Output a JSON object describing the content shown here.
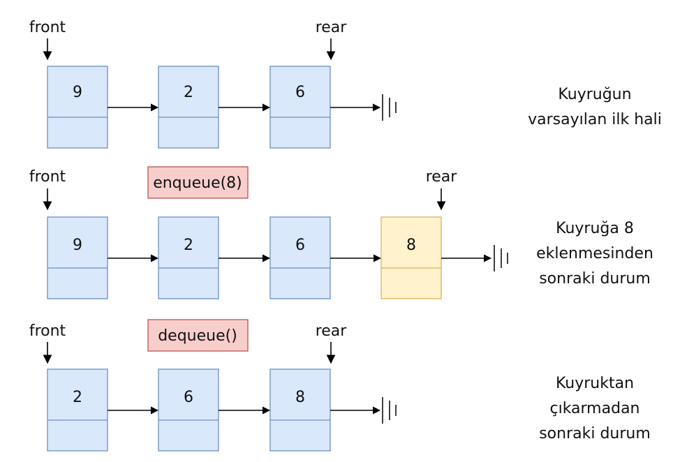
{
  "colors": {
    "node_fill": "#dae8fc",
    "node_stroke": "#6c8ebf",
    "new_node_fill": "#fff2cc",
    "new_node_stroke": "#d6b656",
    "op_fill": "#f8cecc",
    "op_stroke": "#b85450",
    "line": "#000000"
  },
  "rows": [
    {
      "front_label": "front",
      "rear_label": "rear",
      "nodes": [
        "9",
        "2",
        "6"
      ],
      "highlight_last": false,
      "operation": "",
      "description": [
        "Kuyruğun",
        "varsayılan ilk hali"
      ]
    },
    {
      "front_label": "front",
      "rear_label": "rear",
      "nodes": [
        "9",
        "2",
        "6",
        "8"
      ],
      "highlight_last": true,
      "operation": "enqueue(8)",
      "description": [
        "Kuyruğa 8",
        "eklenmesinden",
        "sonraki durum"
      ]
    },
    {
      "front_label": "front",
      "rear_label": "rear",
      "nodes": [
        "2",
        "6",
        "8"
      ],
      "highlight_last": false,
      "operation": "dequeue()",
      "description": [
        "Kuyruktan",
        "çıkarmadan",
        "sonraki durum"
      ]
    }
  ]
}
